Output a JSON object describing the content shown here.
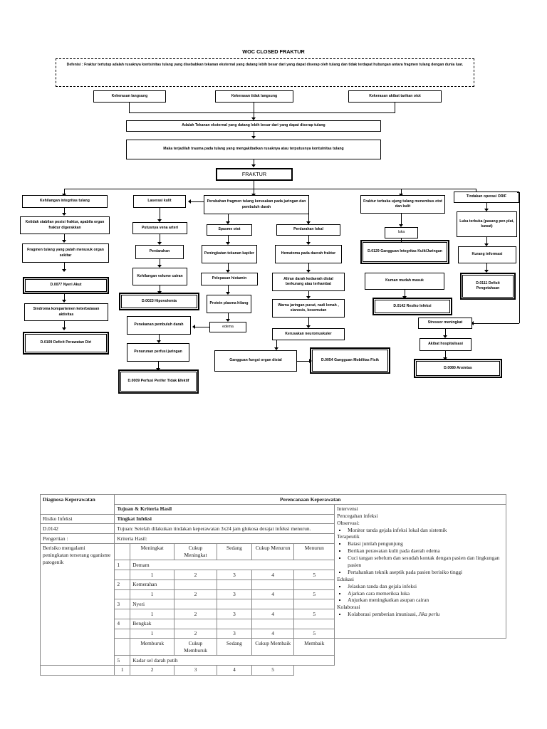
{
  "diagram": {
    "title": "WOC CLOSED FRAKTUR",
    "definition": "Defenisi : Fraktur tertutup adalah rusaknya kontsinitas tulang yang disebabkan tekanan eksternal yang datang lebih besar dari yang dapat diserap oleh tulang dan tidak terdapat hubungan antara fragmen tulang dengan dunia luar.",
    "nodes": {
      "n_kekerasan_langsung": "Kekerasan langsung",
      "n_kekerasan_tidak_langsung": "Kekerasan tidak langsung",
      "n_kekerasan_tarikan_otot": "Kekerasan akibat tarikan otot",
      "n_adalah_tekanan": "Adalah Tekanan eksternal yang datang lebih besar dari yang dapat diserap tulang",
      "n_maka_terjadi": "Maka terjadilah trauma pada tulang yang mengakibatkan rusaknya atau terputusnya kontuinitas tulang",
      "n_fraktur": "FRAKTUR",
      "n_kehilangan_integritas": "Kehilangan integritas tulang",
      "n_ketidakstabilan": "Ketidak stabilan posisi fraktur, apabila organ fraktur digerakkan",
      "n_fragmen_menusuk": "Fragmen tulang yang patah menusuk organ sekitar",
      "n_d0077": "D.0077 Nyeri Akut",
      "n_sindroma": "Sindroma kompartemen keterbatasan aktivitas",
      "n_d0109": "D.0109 Deficit Perawatan Diri",
      "n_laserasi": "Laserasi kulit",
      "n_putusnya_vena": "Putusnya vena arteri",
      "n_perdarahan": "Perdarahan",
      "n_kehilangan_volume": "Kehilangan volume cairan",
      "n_d0023": "D.0023 Hipovolemia",
      "n_penekanan_pembuluh": "Penekanan pembuluh darah",
      "n_penurunan_perfusi": "Penurunan perfusi jaringan",
      "n_d0009": "D.0009 Perfusi Perifer Tidak Efektif",
      "n_perubahan_fragmen": "Perubahan fragmen tulang kerusakan pada jaringan dan pembuluh darah",
      "n_spasme_otot": "Spasme otot",
      "n_peningkatan_tekanan": "Peningkatan tekanan kapiler",
      "n_pelepasan_histamin": "Pelepasan histamin",
      "n_protein_plasma": "Protein plasma hilang",
      "n_edema": "edema",
      "n_perdarahan_lokal": "Perdarahan lokal",
      "n_hematoma": "Hematoma pada daerah fraktur",
      "n_aliran_darah": "Aliran darah kedaerah distal berkurang atau terhambat",
      "n_warna_jaringan": "Warna jaringan pucat, nadi lemah , sianosis, kesemutan",
      "n_kerusakan_neuro": "Kerusakan neuromuskuler",
      "n_gangguan_fungsi": "Gangguan fungsi organ distal",
      "n_d0054": "D.0054 Gangguan Mobilitas Fisik",
      "n_fraktur_terbuka": "Fraktur terbuka ujung tulang menembus otot dan kulit",
      "n_luka": "luka",
      "n_d0129": "D.0129 Gangguan Integritas Kulit/Jaringan",
      "n_kuman_masuk": "Kuman mudah masuk",
      "n_d0142": "D.0142 Resiko Infeksi",
      "n_tindakan_orif": "Tindakan operasi ORIF",
      "n_luka_terbuka": "Luka terbuka (pasang pen plat, kawat)",
      "n_kurang_informasi": "Kurang informasi",
      "n_d0111": "D.0111 Defisit Pengetahuan",
      "n_stressor": "Stressor meningkat",
      "n_akibat_hospitalisasi": "Akibat hospitalisasi",
      "n_d0080": "D.0080 Ansietas"
    }
  },
  "plan": {
    "col_diagnosa": "Diagnosa Keperawatan",
    "col_perencanaan": "Perencanaan Keperawatan",
    "col_tujuan": "Tujuan & Kriteria Hasil",
    "col_intervensi": "Intervensi",
    "diagnosa_label": "Risiko Infeksi",
    "diagnosa_code": "D.0142",
    "pengertian_label": "Pengertian :",
    "pengertian_text": "Berisiko mengalami peningkatan terserang oganisme patogenik",
    "tingkat_infeksi": "Tingkat Infeksi",
    "tujuan_text": "Tujuan:  Setelah dilakukan tindakan keperawatan 3x24 jam glukosa derajat infeksi menurun.",
    "kriteria_label": "Kriteria Hasil:",
    "scale_a": [
      "Meningkat",
      "Cukup Meningkat",
      "Sedang",
      "Cukup Menurun",
      "Menurun"
    ],
    "scale_b": [
      "Memburuk",
      "Cukup Memburuk",
      "Sedang",
      "Cukup Membaik",
      "Membaik"
    ],
    "numbers": [
      "1",
      "2",
      "3",
      "4",
      "5"
    ],
    "criteria": [
      {
        "no": "1",
        "name": "Demam"
      },
      {
        "no": "2",
        "name": "Kemerahan"
      },
      {
        "no": "3",
        "name": "Nyeri"
      },
      {
        "no": "4",
        "name": "Bengkak"
      },
      {
        "no": "5",
        "name": "Kadar sel darah putih"
      }
    ],
    "intervensi_title": "Pencegahan infeksi",
    "groups": [
      {
        "label": "Observasi:",
        "items": [
          "Monitor tanda gejala infeksi lokal dan sistemik"
        ]
      },
      {
        "label": "Terapeutik",
        "items": [
          "Batasi jumlah pengunjung",
          "Berikan perawatan kulit pada daerah edema",
          "Cuci tangan sebelum dan sesudah kontak dengan pasien dan lingkungan pasien",
          "Pertahankan teknik aseptik pada pasien berisiko tinggi"
        ]
      },
      {
        "label": "Edukasi",
        "items": [
          "Jelaskan tanda dan gejala infeksi",
          "Ajarkan cara memeriksa luka",
          "Anjurkan meningkatkan asupan cairan"
        ]
      },
      {
        "label": "Kolaborasi",
        "items": [
          "Kolaborasi pemberian imunisasi, "
        ],
        "italic_tail": "Jika perlu"
      }
    ]
  }
}
